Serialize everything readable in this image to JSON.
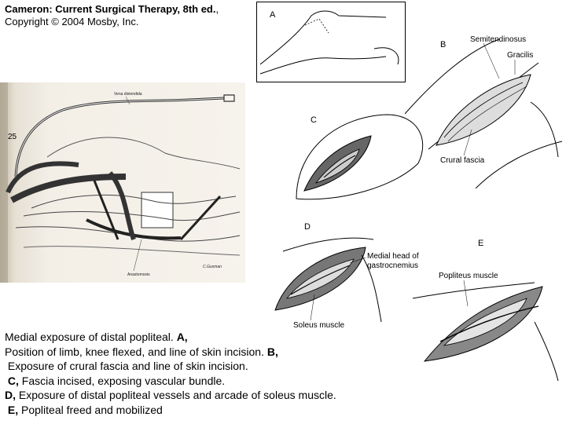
{
  "header": {
    "title": "Cameron: Current Surgical Therapy, 8th ed.",
    "title_suffix": ",",
    "copyright": "Copyright © 2004 Mosby, Inc."
  },
  "left_figure": {
    "page_number": "25",
    "label_top": "Vena distendida",
    "label_bottom": "Anastomosis",
    "signature": "C.Gusman"
  },
  "panels": {
    "a": {
      "letter": "A"
    },
    "b": {
      "letter": "B",
      "labels": [
        "Semitendinosus",
        "Gracilis",
        "Crural fascia"
      ]
    },
    "c": {
      "letter": "C"
    },
    "d": {
      "letter": "D",
      "labels": [
        "Medial head of",
        "gastrocnemius",
        "Soleus muscle"
      ]
    },
    "e": {
      "letter": "E",
      "labels": [
        "Popliteus muscle"
      ]
    }
  },
  "caption": [
    {
      "text": "Medial exposure of distal popliteal. ",
      "bold": "A,"
    },
    {
      "text": "Position of limb, knee flexed, and line of skin incision. ",
      "bold": "B,"
    },
    {
      "text": " Exposure of crural fascia and line of skin incision.",
      "bold": ""
    },
    {
      "pre": " ",
      "bold_lead": "C,",
      "text": " Fascia incised, exposing vascular bundle."
    },
    {
      "pre": "",
      "bold_lead": "D,",
      "text": " Exposure of distal popliteal vessels and arcade of soleus muscle."
    },
    {
      "pre": " ",
      "bold_lead": "E,",
      "text": " Popliteal freed and mobilized"
    }
  ]
}
